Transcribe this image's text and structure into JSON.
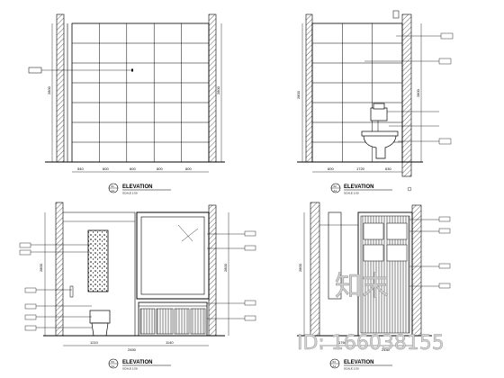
{
  "views": [
    {
      "id": "top-left",
      "title": "ELEVATION",
      "scale": "SCALE 1:50",
      "bubble": "01",
      "bubble_sub": "A1",
      "height_dim": "2800",
      "width_dims": [
        "540",
        "600",
        "600",
        "600",
        "600"
      ]
    },
    {
      "id": "top-right",
      "title": "ELEVATION",
      "scale": "SCALE 1:50",
      "bubble": "02",
      "bubble_sub": "A1",
      "height_dim": "2800",
      "width_dims": [
        "600",
        "1720",
        "630"
      ]
    },
    {
      "id": "bottom-left",
      "title": "ELEVATION",
      "scale": "SCALE 1:50",
      "bubble": "03",
      "bubble_sub": "A1",
      "height_dim": "2800",
      "width_dims": [
        "1210",
        "1140",
        "2450"
      ]
    },
    {
      "id": "bottom-right",
      "title": "ELEVATION",
      "scale": "SCALE 1:50",
      "bubble": "04",
      "bubble_sub": "A1",
      "height_dim": "2800",
      "width_dims": [
        "1760",
        "2430"
      ]
    }
  ],
  "watermark": {
    "logo_text": "知末",
    "id_text": "ID: 166038155"
  },
  "colors": {
    "line": "#000000",
    "hatch": "#000000",
    "watermark": "#c8c8c8"
  }
}
